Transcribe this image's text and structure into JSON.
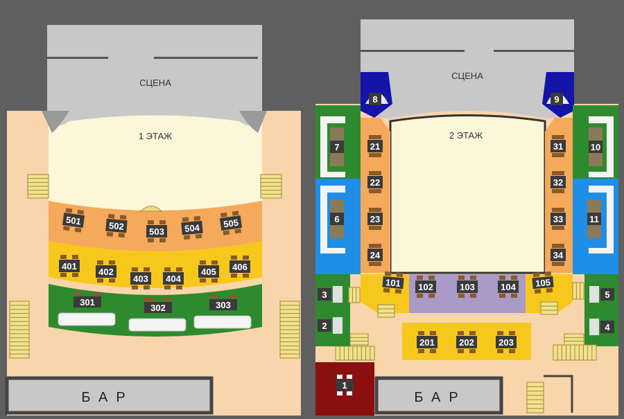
{
  "colors": {
    "background": "#5f5f5f",
    "floor": "#f9d5ac",
    "stage": "#c8c8c8",
    "stage_dark": "#8c8c8c",
    "hall": "#fdf6d8",
    "zone_500": "#f5a95a",
    "zone_400": "#f7c81c",
    "zone_300": "#2e8a2e",
    "zone_100": "#f7c81c",
    "zone_100_center": "#a99ac7",
    "zone_200": "#f7c81c",
    "side_blue": "#1f8ee6",
    "side_green": "#2e8a2e",
    "side_orange": "#f5a95a",
    "box_navy": "#1414a8",
    "vip_red": "#8a1010",
    "table_dark": "#3a3a3a",
    "chair_brown": "#8a5a2a",
    "stairs": "#f2e28a",
    "bar": "#c8c8c8"
  },
  "floor1": {
    "stage_label": "СЦЕНА",
    "floor_label": "1 ЭТАЖ",
    "bar_label": "БАР",
    "tables_500": [
      "501",
      "502",
      "503",
      "504",
      "505"
    ],
    "tables_400": [
      "401",
      "402",
      "403",
      "404",
      "405",
      "406"
    ],
    "tables_300": [
      "301",
      "302",
      "303"
    ]
  },
  "floor2": {
    "stage_label": "СЦЕНА",
    "floor_label": "2 ЭТАЖ",
    "bar_label": "БАР",
    "boxes": [
      "8",
      "9"
    ],
    "side_left": [
      "7",
      "6",
      "3",
      "2"
    ],
    "side_right": [
      "10",
      "11",
      "5",
      "4"
    ],
    "column_left": [
      "21",
      "22",
      "23",
      "24"
    ],
    "column_right": [
      "31",
      "32",
      "33",
      "34"
    ],
    "tables_100": [
      "101",
      "102",
      "103",
      "104",
      "105"
    ],
    "tables_200": [
      "201",
      "202",
      "203"
    ],
    "vip": "1"
  }
}
